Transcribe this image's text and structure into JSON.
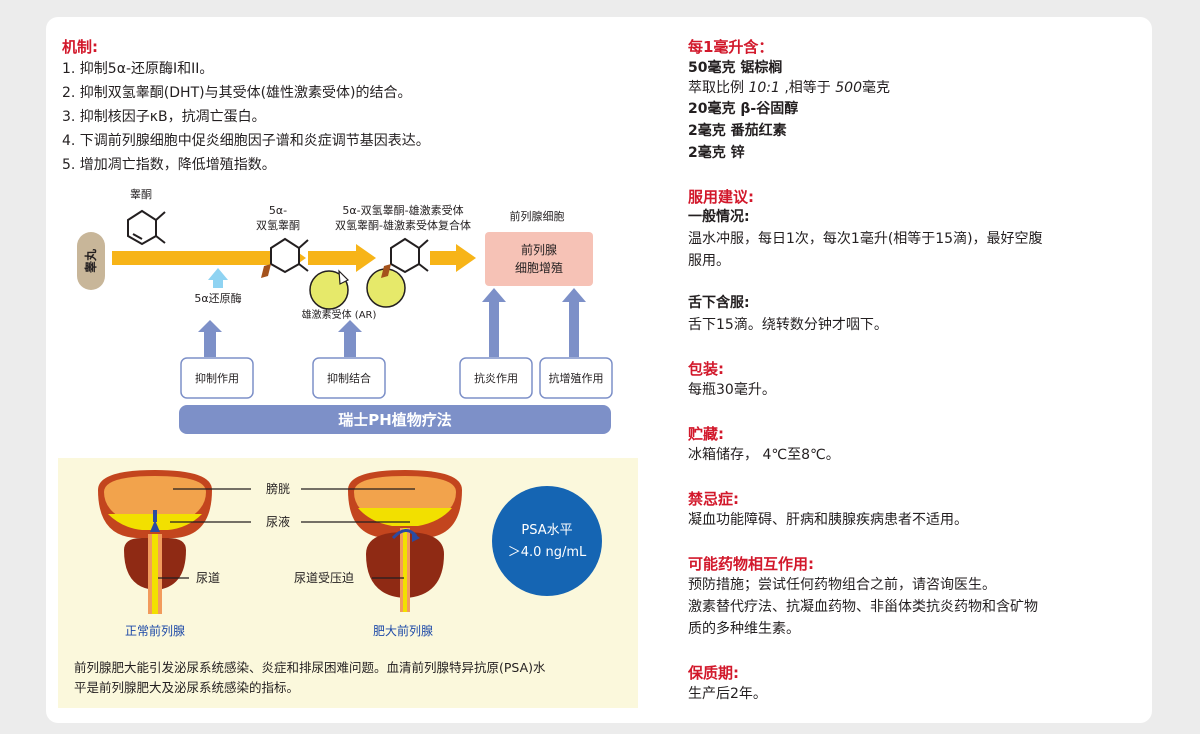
{
  "mechanism": {
    "title": "机制:",
    "items": [
      "1. 抑制5α-还原酶I和II。",
      "2. 抑制双氢睾酮(DHT)与其受体(雄性激素受体)的结合。",
      "3. 抑制核因子κB，抗凋亡蛋白。",
      "4. 下调前列腺细胞中促炎细胞因子谱和炎症调节基因表达。",
      "5. 增加凋亡指数，降低增殖指数。"
    ]
  },
  "diagram": {
    "testosterone": "睾酮",
    "testicle": "睾丸",
    "dht_line1": "5α-",
    "dht_line2": "双氢睾酮",
    "complex_line1": "5α-双氢睾酮-雄激素受体",
    "complex_line2": "双氢睾酮-雄激素受体复合体",
    "prostate_cell": "前列腺细胞",
    "proliferation_line1": "前列腺",
    "proliferation_line2": "细胞增殖",
    "reductase": "5α还原酶",
    "receptor": "雄激素受体 (AR)",
    "box1": "抑制作用",
    "box2": "抑制结合",
    "box3": "抗炎作用",
    "box4": "抗增殖作用",
    "therapy": "瑞士PH植物疗法"
  },
  "anatomy": {
    "bladder": "膀胱",
    "urine": "尿液",
    "urethra": "尿道",
    "compressed": "尿道受压迫",
    "normal": "正常前列腺",
    "enlarged": "肥大前列腺",
    "psa_line1": "PSA水平",
    "psa_line2": "＞4.0 ng/mL",
    "note_line1": "前列腺肥大能引发泌尿系统感染、炎症和排尿困难问题。血清前列腺特异抗原(PSA)水",
    "note_line2": "平是前列腺肥大及泌尿系统感染的指标。"
  },
  "right": {
    "per_ml_title": "每1毫升含：",
    "per_ml": {
      "l1": "50毫克 锯棕榈",
      "l2_pre": "萃取比例 ",
      "l2_ratio": "10:1",
      "l2_mid": " ,相等于 ",
      "l2_num": "500",
      "l2_unit": "毫克",
      "l3": "20毫克 β-谷固醇",
      "l4": "2毫克 番茄红素",
      "l5": "2毫克 锌"
    },
    "usage_title": "服用建议:",
    "general_title": "一般情况:",
    "general_l1": "温水冲服，每日1次，每次1毫升(相等于15滴)，最好空腹",
    "general_l2": "服用。",
    "sublingual_title": "舌下含服:",
    "sublingual_l1": "舌下15滴。绕转数分钟才咽下。",
    "package_title": "包装:",
    "package_l1": "每瓶30毫升。",
    "storage_title": "贮藏:",
    "storage_l1": "冰箱储存， 4℃至8℃。",
    "contra_title": "禁忌症:",
    "contra_l1": "凝血功能障碍、肝病和胰腺疾病患者不适用。",
    "inter_title": "可能药物相互作用:",
    "inter_l1": "预防措施；尝试任何药物组合之前，请咨询医生。",
    "inter_l2": "激素替代疗法、抗凝血药物、非甾体类抗炎药物和含矿物",
    "inter_l3": "质的多种维生素。",
    "shelf_title": "保质期:",
    "shelf_l1": "生产后2年。"
  },
  "colors": {
    "accent_red": "#d2182b",
    "arrow_yellow": "#f7b418",
    "arrow_blue": "#7d90c8",
    "therapy_bar": "#7d90c8",
    "psa_circle": "#1565b3",
    "receptor_fill": "#e6e96a",
    "proliferation_box": "#f6c2b6",
    "testicle_pill": "#c8b699"
  }
}
